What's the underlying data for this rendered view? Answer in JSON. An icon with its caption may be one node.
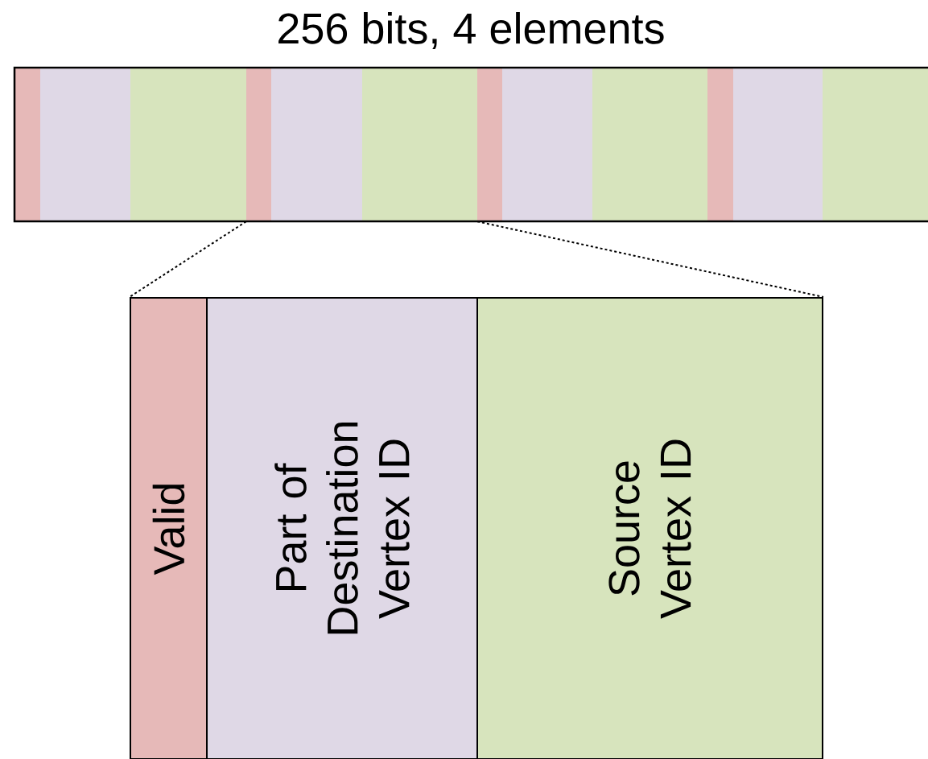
{
  "diagram": {
    "title": "256 bits, 4 elements",
    "nodes": [
      {
        "text": [],
        "shape": "bar"
      },
      {
        "text": [],
        "shape": "bar",
        "in": 0
      },
      {
        "text": [],
        "shape": "bar",
        "in": 0
      },
      {
        "text": [],
        "shape": "bar",
        "in": 0
      },
      {
        "text": [],
        "shape": "bar",
        "in": 0
      },
      {
        "text": [],
        "shape": "bar",
        "in": 0
      },
      {
        "text": [],
        "shape": "bar",
        "in": 0
      },
      {
        "text": [],
        "shape": "bar",
        "in": 0
      },
      {
        "text": [],
        "shape": "bar",
        "in": 0
      },
      {
        "text": [],
        "shape": "bar",
        "in": 0
      },
      {
        "text": [],
        "shape": "bar",
        "in": 0
      },
      {
        "text": [],
        "shape": "bar",
        "in": 0
      },
      {
        "text": [],
        "shape": "bar",
        "in": 0
      },
      {
        "text": [
          "Valid"
        ]
      },
      {
        "text": [
          "Part of Destination Vertex ID"
        ]
      },
      {
        "text": [
          "Source Vertex ID"
        ]
      }
    ],
    "edges": [
      {
        "from": 4,
        "to": 13,
        "arrow": "none",
        "style": "dashed"
      },
      {
        "from": 6,
        "to": 15,
        "arrow": "none",
        "style": "dashed"
      }
    ]
  }
}
